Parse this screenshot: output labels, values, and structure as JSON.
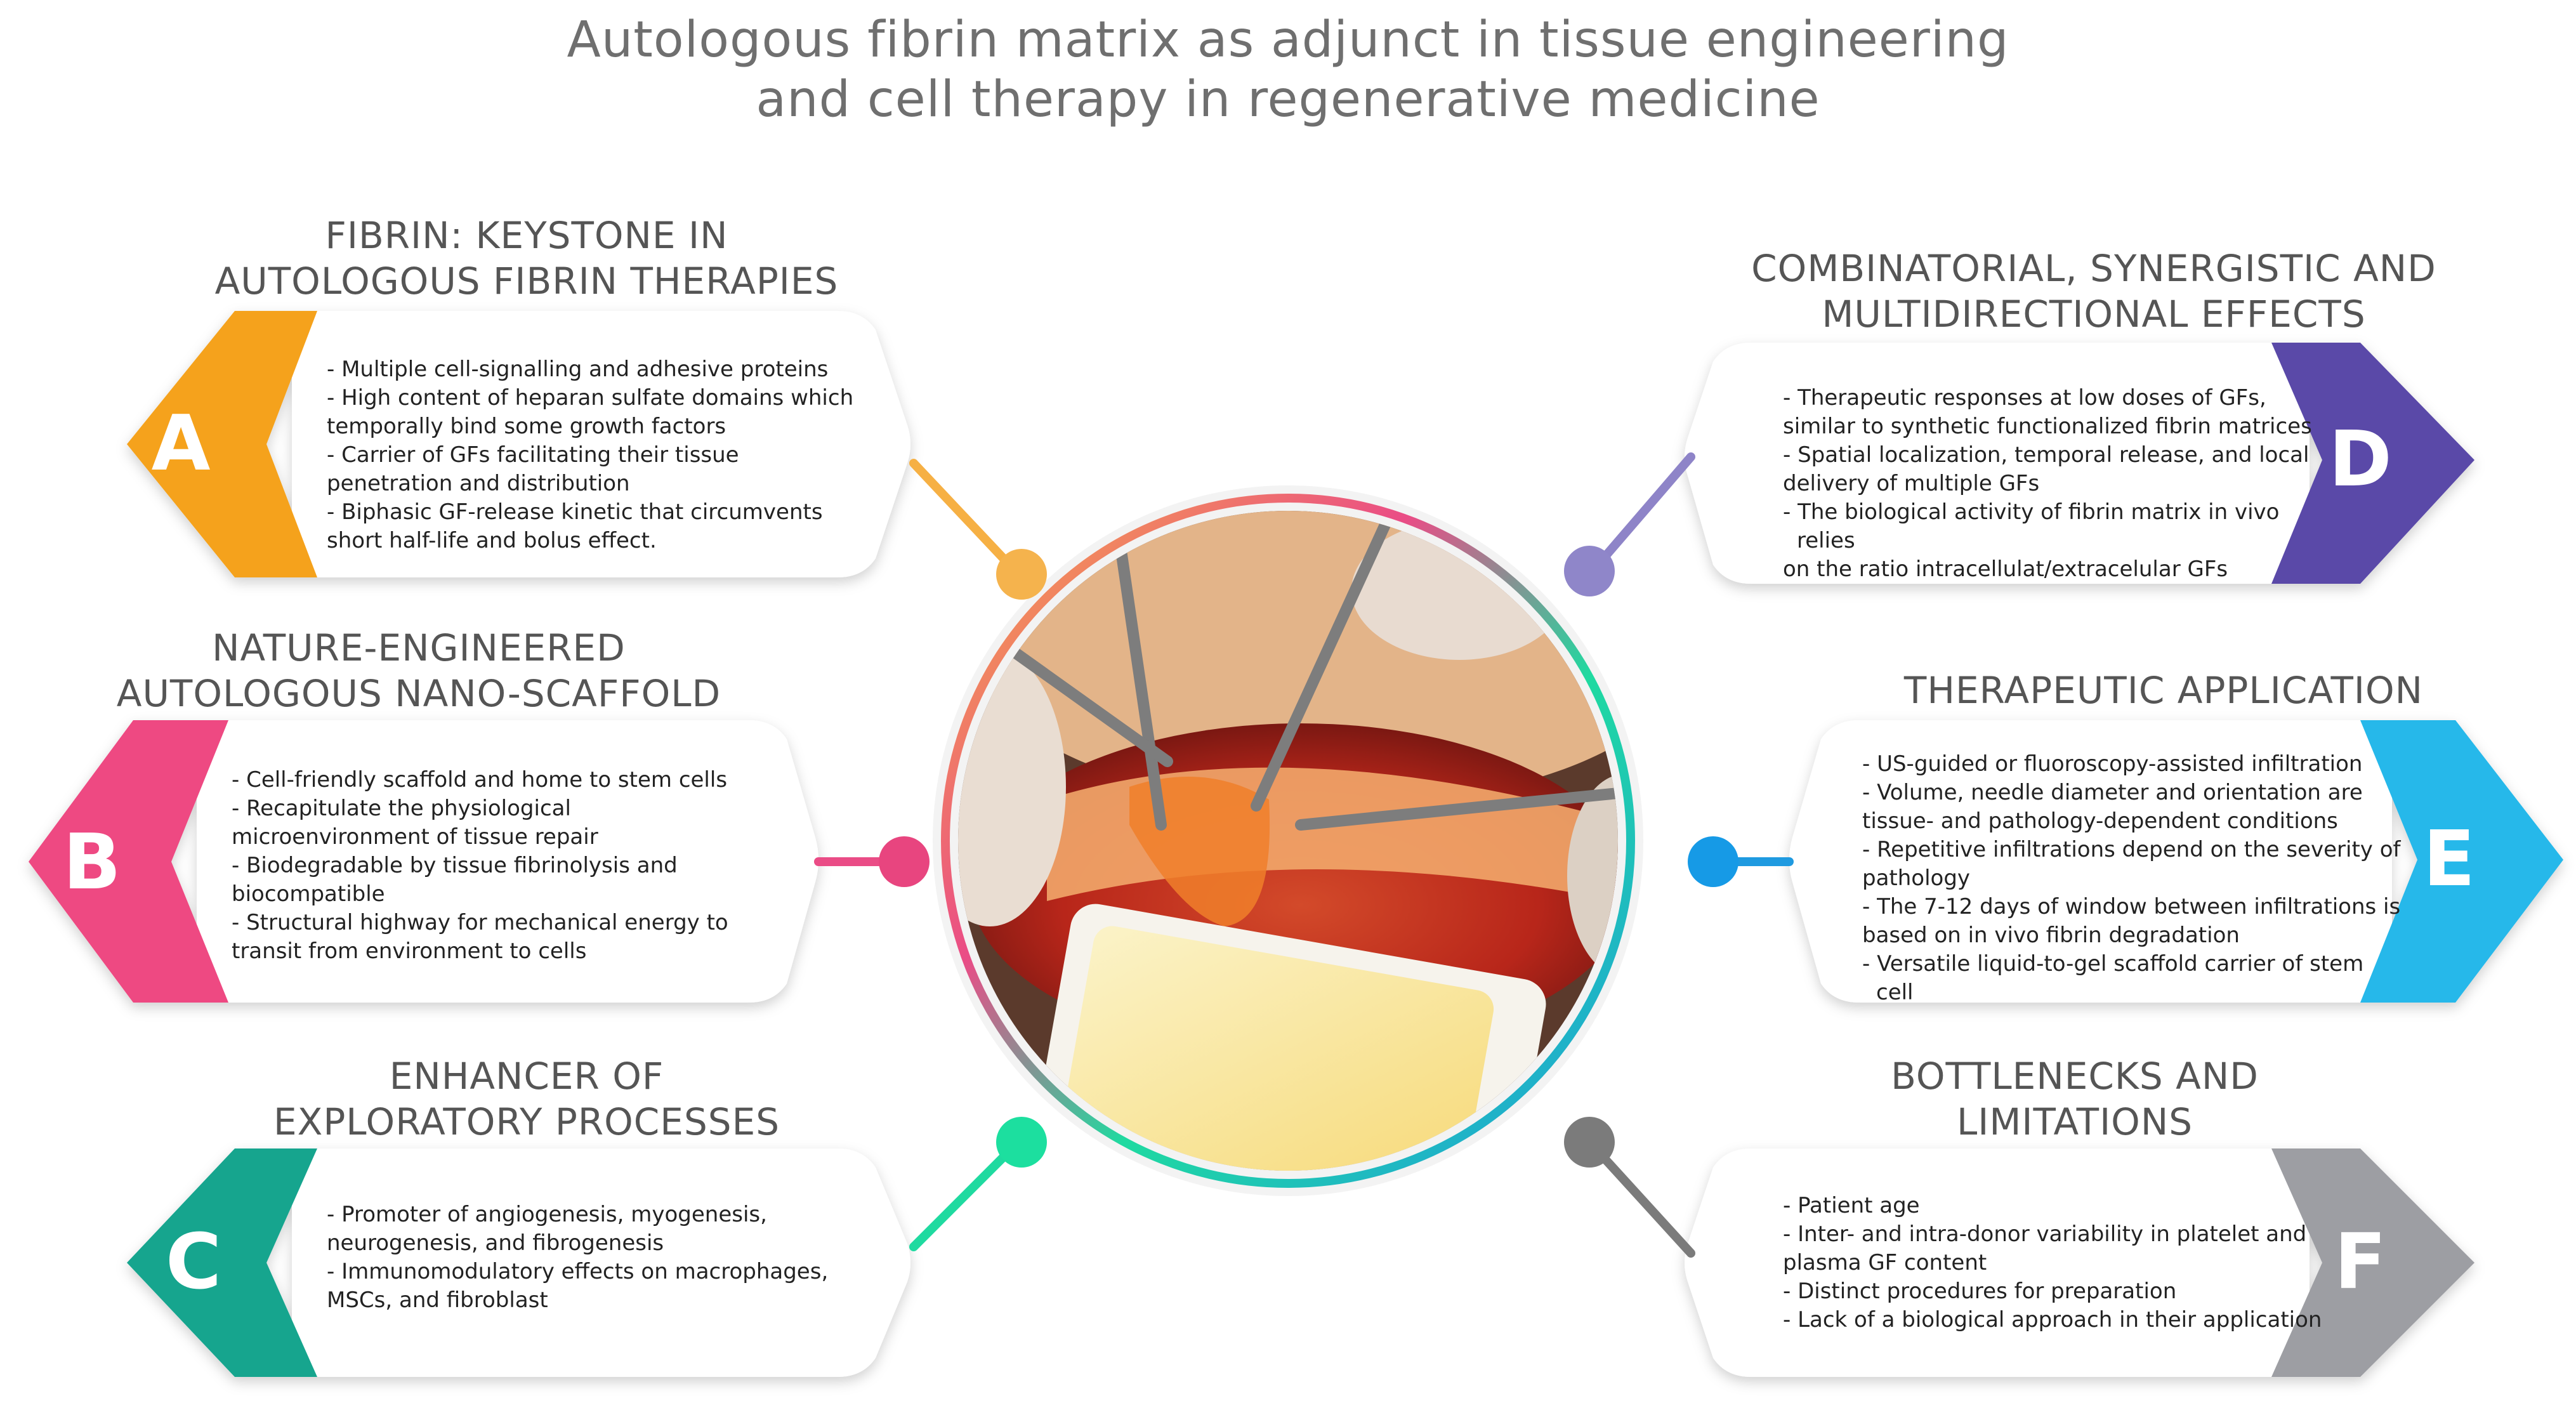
{
  "title": {
    "line1": "Autologous fibrin matrix as adjunct in tissue engineering",
    "line2": "and cell therapy in regenerative medicine"
  },
  "sections": {
    "A": {
      "letter": "A",
      "heading": [
        "FIBRIN: KEYSTONE IN",
        "AUTOLOGOUS FIBRIN THERAPIES"
      ],
      "color": "#f5a21b",
      "bullets": [
        "- Multiple cell-signalling and adhesive proteins",
        "- High content of heparan sulfate domains which",
        "  temporally bind some  growth factors",
        "- Carrier of GFs facilitating their tissue",
        "  penetration and distribution",
        "- Biphasic GF-release kinetic that circumvents",
        "  short half-life and bolus effect."
      ]
    },
    "B": {
      "letter": "B",
      "heading": [
        "NATURE-ENGINEERED",
        "AUTOLOGOUS NANO-SCAFFOLD"
      ],
      "color": "#ee4a82",
      "bullets": [
        "- Cell-friendly scaffold and home to stem cells",
        "- Recapitulate the physiological",
        "  microenvironment of tissue repair",
        "- Biodegradable by tissue fibrinolysis and",
        "  biocompatible",
        "- Structural highway for mechanical energy to",
        "  transit from environment to cells"
      ]
    },
    "C": {
      "letter": "C",
      "heading": [
        "ENHANCER OF",
        "EXPLORATORY PROCESSES"
      ],
      "color": "#16a58e",
      "bullets": [
        "- Promoter of angiogenesis, myogenesis,",
        "  neurogenesis, and fibrogenesis",
        "- Immunomodulatory effects on macrophages,",
        "  MSCs, and fibroblast"
      ]
    },
    "D": {
      "letter": "D",
      "heading": [
        "COMBINATORIAL, SYNERGISTIC AND",
        "MULTIDIRECTIONAL EFFECTS"
      ],
      "color": "#5a4aa8",
      "bullets": [
        "- Therapeutic  responses at  low doses of GFs,",
        "  similar to synthetic functionalized fibrin matrices",
        "- Spatial localization, temporal release, and local",
        "  delivery of multiple GFs",
        "- The biological activity of fibrin matrix in vivo relies",
        "  on the ratio intracellulat/extracelular GFs"
      ]
    },
    "E": {
      "letter": "E",
      "heading": [
        "THERAPEUTIC APPLICATION"
      ],
      "color": "#27b8ea",
      "bullets": [
        "- US-guided or fluoroscopy-assisted infiltration",
        "- Volume, needle diameter and orientation are",
        "  tissue- and pathology-dependent conditions",
        "- Repetitive infiltrations depend on the severity of",
        "  pathology",
        "- The 7-12 days of window between infiltrations is",
        "  based on in vivo fibrin degradation",
        "- Versatile liquid-to-gel scaffold carrier of stem cell"
      ]
    },
    "F": {
      "letter": "F",
      "heading": [
        "BOTTLENECKS AND",
        "LIMITATIONS"
      ],
      "color": "#9d9ea3",
      "bullets": [
        "- Patient age",
        "- Inter- and intra-donor variability in platelet and",
        "  plasma GF content",
        "- Distinct procedures for preparation",
        "- Lack of a biological approach in their application"
      ]
    }
  },
  "connector_colors": {
    "A": "#f6b044",
    "B": "#ea4c86",
    "C": "#1fdaa0",
    "D": "#8e84c8",
    "E": "#1f9ae0",
    "F": "#7b7b7b"
  },
  "photo_icon": "surgical-photo"
}
